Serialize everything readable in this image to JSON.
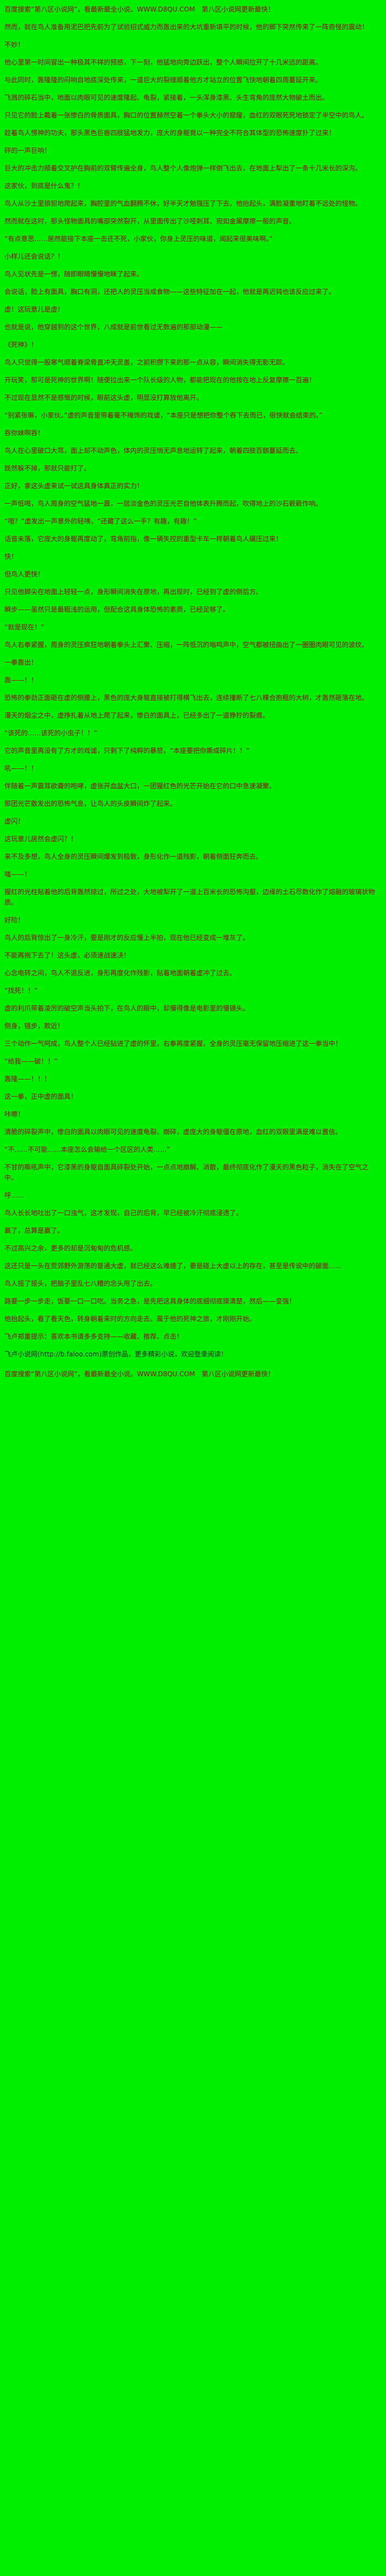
{
  "colors": {
    "background": "#00ef00",
    "body_text": "#9c0505",
    "banner_text": "#9c0505",
    "source_text": "#222222"
  },
  "banner": {
    "text": "百度搜索“第八区小说网”，看最新最全小说。WWW.D8QU.COM　第八区小说网更新最快！"
  },
  "novel": {
    "paragraphs": [
      "然而，就在鸟人准备用泥巴把先前为了试验招式威力而轰出来的大坑重新填平的时候，他的脚下突然传来了一阵奇怪的震动！",
      "不妙！",
      "他心里第一时间冒出一种极其不祥的预感，下一刻，他猛地向旁边跃出，整个人瞬间拉开了十几米远的距离。",
      "与此同时，轰隆隆的闷响自地底深处传来，一道巨大的裂缝顺着他方才站立的位置飞快地朝着四周蔓延开来。",
      "飞溅的碎石当中，地面以肉眼可见的速度隆起、龟裂，紧接着，一头浑身漆黑、头生弯角的庞然大物破土而出。",
      "只见它的脸上戴着一张惨白的骨质面具，胸口的位置赫然空着一个拳头大小的窟窿，血红的双眼死死地锁定了半空中的鸟人。",
      "趁着鸟人愣神的功夫，那头黑色巨兽四肢猛地发力，庞大的身躯竟以一种完全不符合其体型的恐怖速度扑了过来！",
      "砰的一声巨响！",
      "巨大的冲击力顺着交叉护在胸前的双臂传遍全身，鸟人整个人像炮弹一样倒飞出去，在地面上犁出了一条十几米长的深沟。",
      "这家伙，到底是什么鬼？！",
      "鸟人从沙土里狼狈地爬起来，胸腔里的气血翻腾不休，好半天才勉强压了下去。他抬起头，满脸凝重地盯着不远处的怪物。",
      "然而就在这时，那头怪物面具的嘴部突然裂开，从里面传出了沙哑刺耳、宛如金属摩擦一般的声音。",
      "“有点意思……居然能接下本座一击还不死，小家伙，你身上灵压的味道，闻起来很美味啊。”",
      "小样儿还会说话？！",
      "鸟人见状先是一愣，随即眼睛慢慢地眯了起来。",
      "会说话，脸上有面具，胸口有洞，还把人的灵压当成食物——这些特征加在一起，他就是再迟钝也该反应过来了。",
      "虚！这玩意儿是虚！",
      "也就是说，他穿越到的这个世界，八成就是前世看过无数遍的那部动漫——",
      "《死神》！",
      "鸟人只觉得一股寒气顺着脊梁骨直冲天灵盖，之前积攒下来的那一点从容，瞬间消失得无影无踪。",
      "开玩笑，那可是死神的世界啊！随便拉出来一个队长级的人物，都能把现在的他按在地上反复摩擦一百遍！",
      "不过现在显然不是感慨的时候，眼前这头虚，明显没打算放他离开。",
      "“别紧张嘛，小家伙。”虚的声音里带着毫不掩饰的戏谑，“本座只是想把你整个吞下去而已，很快就会结束的。”",
      "吞你妹啊吞！",
      "鸟人在心里破口大骂，面上却不动声色，体内的灵压悄无声息地运转了起来，朝着四肢百骸蔓延而去。",
      "既然躲不掉，那就只能打了。",
      "正好，拿这头虚来试一试这具身体真正的实力！",
      "一声低喝，鸟人周身的空气猛地一震，一层淡金色的灵压光芒自他体表升腾而起，吹得地上的沙石簌簌作响。",
      "“哦？”虚发出一声意外的轻咦，“还藏了这么一手？有趣，有趣！”",
      "话音未落，它庞大的身躯再度动了，弯角前指，像一辆失控的重型卡车一样朝着鸟人碾压过来！",
      "快！",
      "但鸟人更快！",
      "只见他脚尖在地面上轻轻一点，身形瞬间消失在原地，再出现时，已经到了虚的侧后方。",
      "瞬步——虽然只是最粗浅的运用，但配合这具身体恐怖的素质，已经足够了。",
      "“就是现在！”",
      "鸟人右拳紧握，周身的灵压疯狂地朝着拳头上汇聚、压缩，一阵低沉的嗡鸣声中，空气都被扭曲出了一圈圈肉眼可见的波纹。",
      "一拳轰出！",
      "轰——！！",
      "恐怖的拳劲正面砸在虚的侧腰上，黑色的庞大身躯直接被打得横飞出去，连续撞断了七八棵合抱粗的大树，才轰然砸落在地。",
      "漫天的烟尘之中，虚挣扎着从地上爬了起来，惨白的面具上，已经多出了一道狰狞的裂痕。",
      "“该死的……该死的小虫子！！”",
      "它的声音里再没有了方才的戏谑，只剩下了纯粹的暴怒，“本座要把你撕成碎片！！”",
      "吼——！！",
      "伴随着一声震耳欲聋的咆哮，虚张开血盆大口，一团猩红色的光芒开始在它的口中急速凝聚。",
      "那团光芒散发出的恐怖气息，让鸟人的头皮瞬间炸了起来。",
      "虚闪！",
      "这玩意儿居然会虚闪？！",
      "来不及多想，鸟人全身的灵压瞬间爆发到极致，身形化作一道残影，朝着侧面狂奔而去。",
      "嗤——！",
      "猩红的光柱贴着他的后背轰然掠过，所过之处，大地被犁开了一道上百米长的恐怖沟壑，边缘的土石尽数化作了熔融的玻璃状物质。",
      "好险！",
      "鸟人的后背惊出了一身冷汗，要是刚才的反应慢上半拍，现在他已经变成一堆灰了。",
      "不能再拖下去了！这头虚，必须速战速决！",
      "心念电转之间，鸟人不退反进，身形再度化作残影，贴着地面朝着虚冲了过去。",
      "“找死！！”",
      "虚的利爪带着凌厉的破空声当头拍下，在鸟人的眼中，却慢得像是电影里的慢镜头。",
      "侧身，错步，欺近！",
      "三个动作一气呵成，鸟人整个人已经钻进了虚的怀里，右拳再度紧握，全身的灵压毫无保留地压缩进了这一拳当中！",
      "“给我——破！！”",
      "轰隆——！！！",
      "这一拳，正中虚的面具！",
      "咔嚓！",
      "清脆的碎裂声中，惨白的面具以肉眼可见的速度龟裂、崩碎，虚庞大的身躯僵在原地，血红的双眼里满是难以置信。",
      "“不……不可能……本座怎么会输给一个区区的人类……”",
      "不甘的嘶吼声中，它漆黑的身躯自面具碎裂处开始，一点点地崩解、消散，最终彻底化作了漫天的黑色粒子，消失在了空气之中。",
      "呼……",
      "鸟人长长地吐出了一口浊气，这才发现，自己的后背，早已经被冷汗彻底浸透了。",
      "赢了，总算是赢了。",
      "不过高兴之余，更多的却是沉甸甸的危机感。",
      "这还只是一头在荒郊野外游荡的普通大虚，就已经这么难缠了，要是碰上大虚以上的存在，甚至是传说中的破面……",
      "鸟人摇了摇头，把脑子里乱七八糟的念头甩了出去。",
      "路要一步一步走，饭要一口一口吃。当务之急，是先把这具身体的底细彻底摸清楚，然后——变强！",
      "他抬起头，看了看天色，转身朝着来时的方向走去。属于他的死神之旅，才刚刚开始。",
      "飞卢郑重提示：喜欢本书请多多支持——收藏、推荐、点击！"
    ]
  },
  "footer": {
    "source_line": "飞卢小说网(http://b.faloo.com)原创作品，更多精彩小说，欢迎登录阅读！"
  }
}
